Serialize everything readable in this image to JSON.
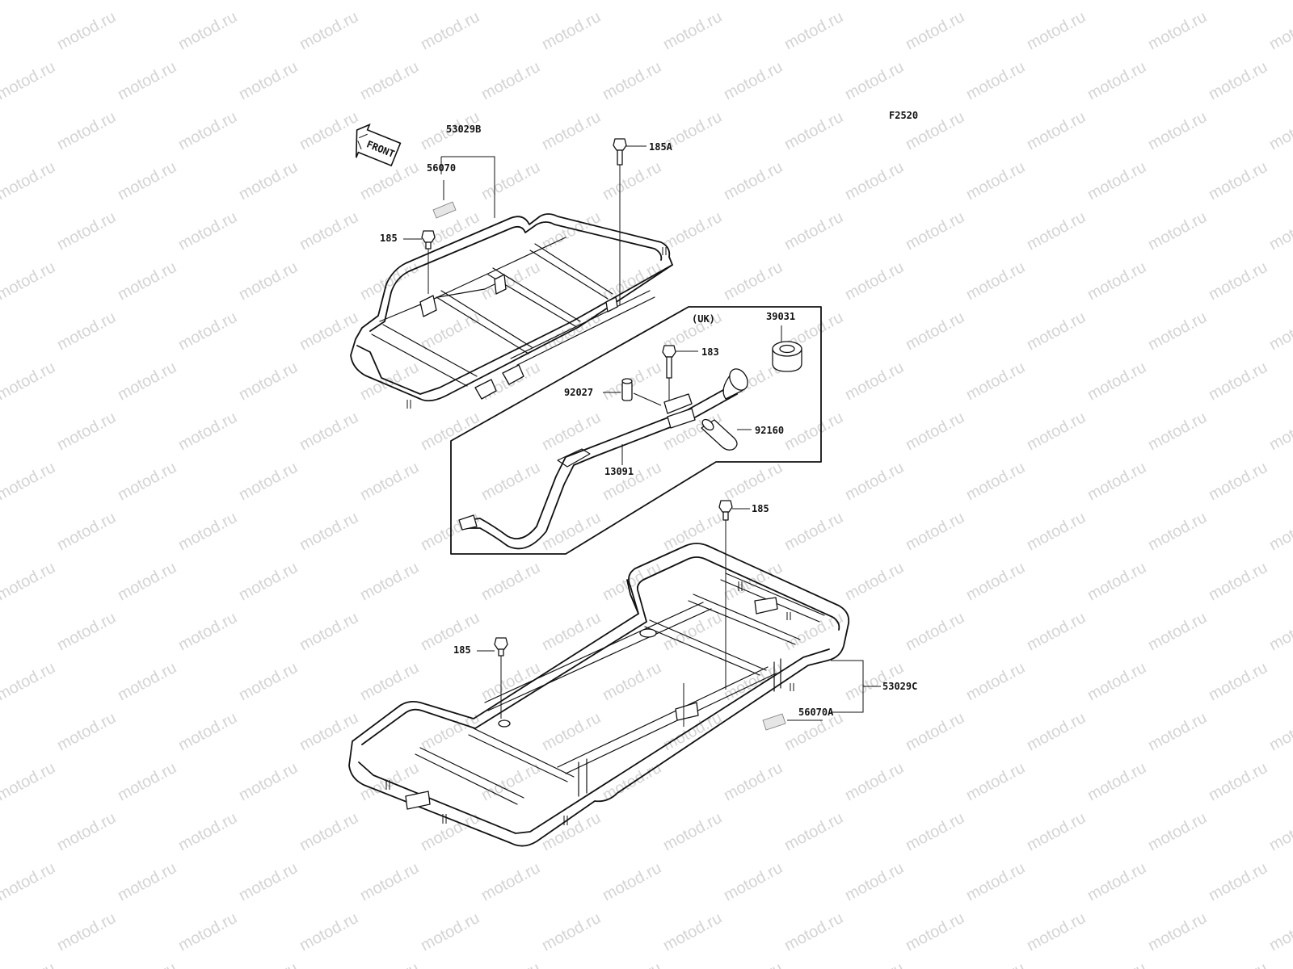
{
  "watermark": {
    "text": "motod.ru",
    "color": "#d4d4d4"
  },
  "diagram_code": "F2520",
  "front_arrow_label": "FRONT",
  "callouts": {
    "p53029B": "53029B",
    "p56070": "56070",
    "p185A": "185A",
    "p185_front": "185",
    "uk_note": "(UK)",
    "p39031": "39031",
    "p183": "183",
    "p92027": "92027",
    "p92160": "92160",
    "p13091": "13091",
    "p185_rear_top": "185",
    "p185_rear_left": "185",
    "p53029C": "53029C",
    "p56070A": "56070A"
  }
}
